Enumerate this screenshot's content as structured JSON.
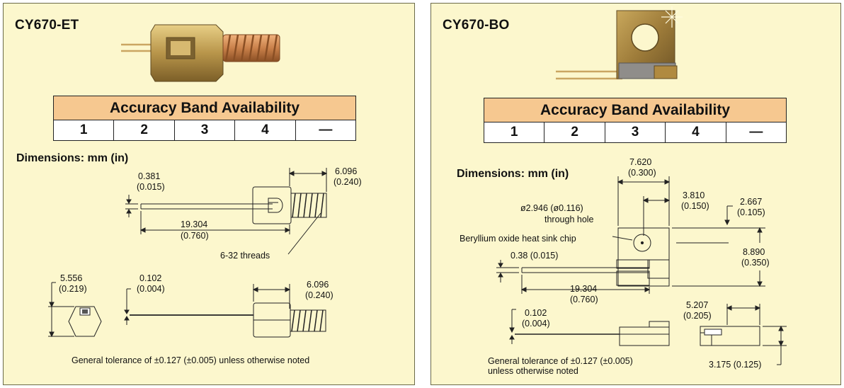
{
  "left": {
    "title": "CY670-ET",
    "band_title": "Accuracy Band Availability",
    "bands": [
      "1",
      "2",
      "3",
      "4",
      "—"
    ],
    "dims_title": "Dimensions: mm (in)",
    "dims": {
      "lead_gap_mm": "0.381",
      "lead_gap_in": "(0.015)",
      "length_mm": "19.304",
      "length_in": "(0.760)",
      "thread_top_mm": "6.096",
      "thread_top_in": "(0.240)",
      "threads": "6-32 threads",
      "hex_mm": "5.556",
      "hex_in": "(0.219)",
      "lead_thick_mm": "0.102",
      "lead_thick_in": "(0.004)",
      "thread_bot_mm": "6.096",
      "thread_bot_in": "(0.240)"
    },
    "tolerance": "General tolerance of ±0.127 (±0.005) unless otherwise noted"
  },
  "right": {
    "title": "CY670-BO",
    "band_title": "Accuracy Band Availability",
    "bands": [
      "1",
      "2",
      "3",
      "4",
      "—"
    ],
    "dims_title": "Dimensions: mm (in)",
    "dims": {
      "width_mm": "7.620",
      "width_in": "(0.300)",
      "half_mm": "3.810",
      "half_in": "(0.150)",
      "edge_mm": "2.667",
      "edge_in": "(0.105)",
      "hole": "ø2.946 (ø0.116)",
      "hole_note": "through hole",
      "chip": "Beryllium oxide heat sink chip",
      "height_mm": "8.890",
      "height_in": "(0.350)",
      "lead_gap": "0.38 (0.015)",
      "length_mm": "19.304",
      "length_in": "(0.760)",
      "lead_thick_mm": "0.102",
      "lead_thick_in": "(0.004)",
      "side_mm": "5.207",
      "side_in": "(0.205)",
      "thick": "3.175 (0.125)"
    },
    "tolerance_1": "General tolerance of ±0.127 (±0.005)",
    "tolerance_2": "unless otherwise noted"
  }
}
